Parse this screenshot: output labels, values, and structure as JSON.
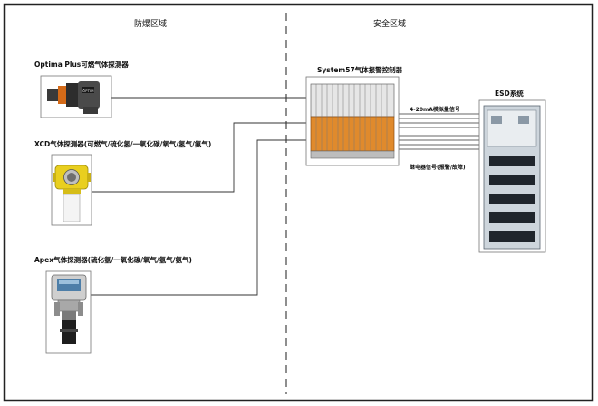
{
  "zones": {
    "hazardous": "防爆区域",
    "safe": "安全区域"
  },
  "devices": {
    "optima": "Optima Plus可燃气体探测器",
    "xcd": "XCD气体探测器(可燃气/硫化氢/一氧化碳/氧气/氢气/氨气)",
    "apex": "Apex气体探测器(硫化氢/一氧化碳/氧气/氢气/氨气)",
    "controller": "System57气体报警控制器",
    "esd": "ESD系统"
  },
  "signals": {
    "analog": "4-20mA模拟量信号",
    "relay": "继电器信号(报警/故障)"
  },
  "colors": {
    "line": "#333333",
    "frame": "#222222"
  }
}
